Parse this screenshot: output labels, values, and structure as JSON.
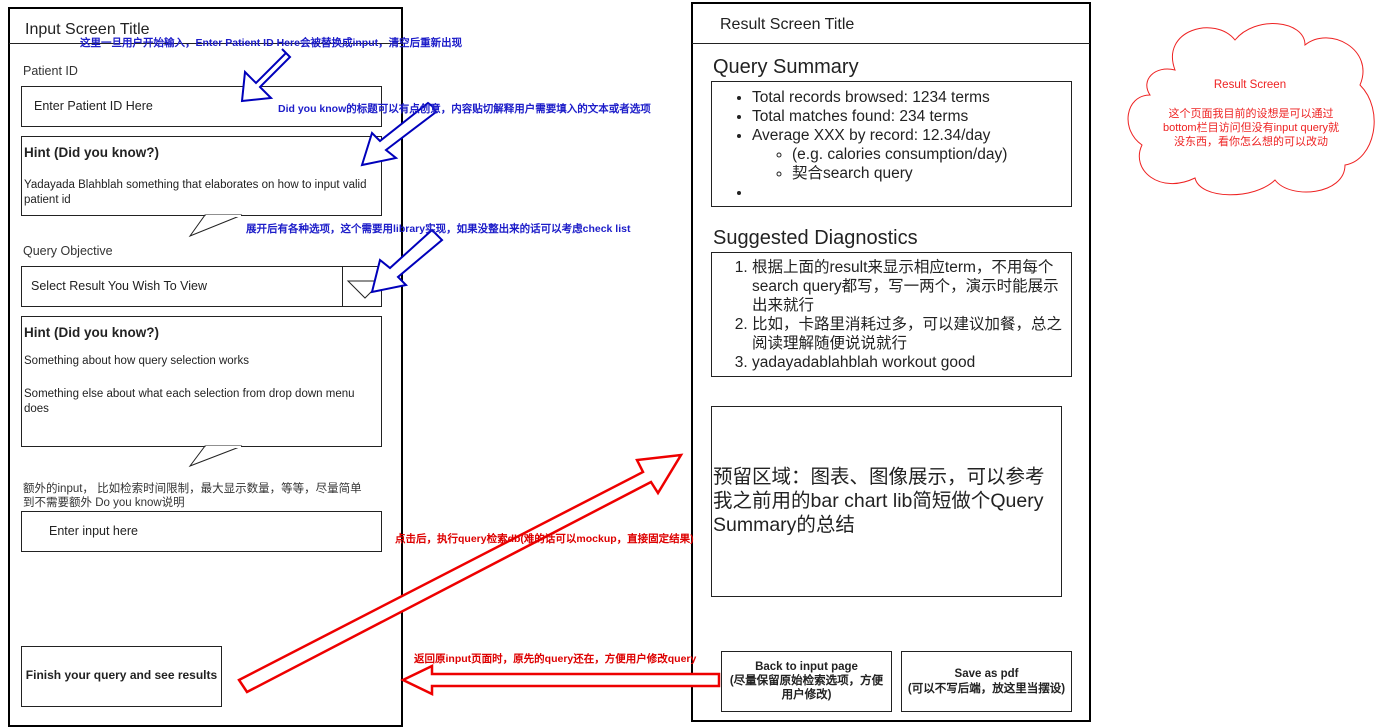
{
  "input_screen": {
    "title": "Input Screen Title",
    "patient_id_label": "Patient ID",
    "patient_id_placeholder": "Enter Patient ID Here",
    "hint1": {
      "title": "Hint (Did you know?)",
      "body": "Yadayada Blahblah something that elaborates on how to input valid patient id"
    },
    "query_objective_label": "Query Objective",
    "select_placeholder": "Select Result You Wish To View",
    "hint2": {
      "title": "Hint (Did you know?)",
      "line1": "Something about how query selection works",
      "line2": "Something else about what each selection from drop down menu does"
    },
    "extra_label": "额外的input， 比如检索时间限制，最大显示数量，等等，尽量简单到不需要额外 Do you know说明",
    "extra_placeholder": "Enter input here",
    "finish_button": "Finish your query and see results"
  },
  "result_screen": {
    "title": "Result Screen Title",
    "summary_title": "Query Summary",
    "summary_items": [
      "Total records browsed: 1234 terms",
      "Total matches found: 234 terms",
      "Average XXX by record: 12.34/day"
    ],
    "summary_sub_items": [
      "(e.g. calories consumption/day)",
      "契合search query"
    ],
    "summary_empty_item": "",
    "diagnostics_title": "Suggested Diagnostics",
    "diagnostics_items": [
      "根据上面的result来显示相应term，不用每个search query都写，写一两个，演示时能展示出来就行",
      "比如，卡路里消耗过多，可以建议加餐，总之阅读理解随便说说就行",
      "yadayadablahblah workout good"
    ],
    "reserved_area": "预留区域：图表、图像展示，可以参考我之前用的bar chart lib简短做个Query Summary的总结",
    "back_button_line1": "Back to input page",
    "back_button_line2": "(尽量保留原始检索选项，方便用户修改)",
    "save_button_line1": "Save as pdf",
    "save_button_line2": "(可以不写后端，放这里当摆设)"
  },
  "annotations": {
    "blue1": "这里一旦用户开始输入，Enter Patient ID Here会被替换成input，清空后重新出现",
    "blue2": "Did you know的标题可以有点创意，内容贴切解释用户需要填入的文本或者选项",
    "blue3": "展开后有各种选项，这个需要用library实现，如果没整出来的话可以考虑check list",
    "red1": "点击后，执行query检索db(难的话可以mockup，直接固定结果)",
    "red2": "返回原input页面时，原先的query还在，方便用户修改query"
  },
  "cloud": {
    "title": "Result Screen",
    "body": "这个页面我目前的设想是可以通过bottom栏目访问但没有input query就没东西，看你怎么想的可以改动"
  },
  "colors": {
    "annotation_blue": "#1d1dc9",
    "annotation_red": "#dd0000",
    "arrow_blue_fill": "#ffffff",
    "arrow_blue_stroke": "#0000bb",
    "arrow_red_stroke": "#ee0000"
  }
}
